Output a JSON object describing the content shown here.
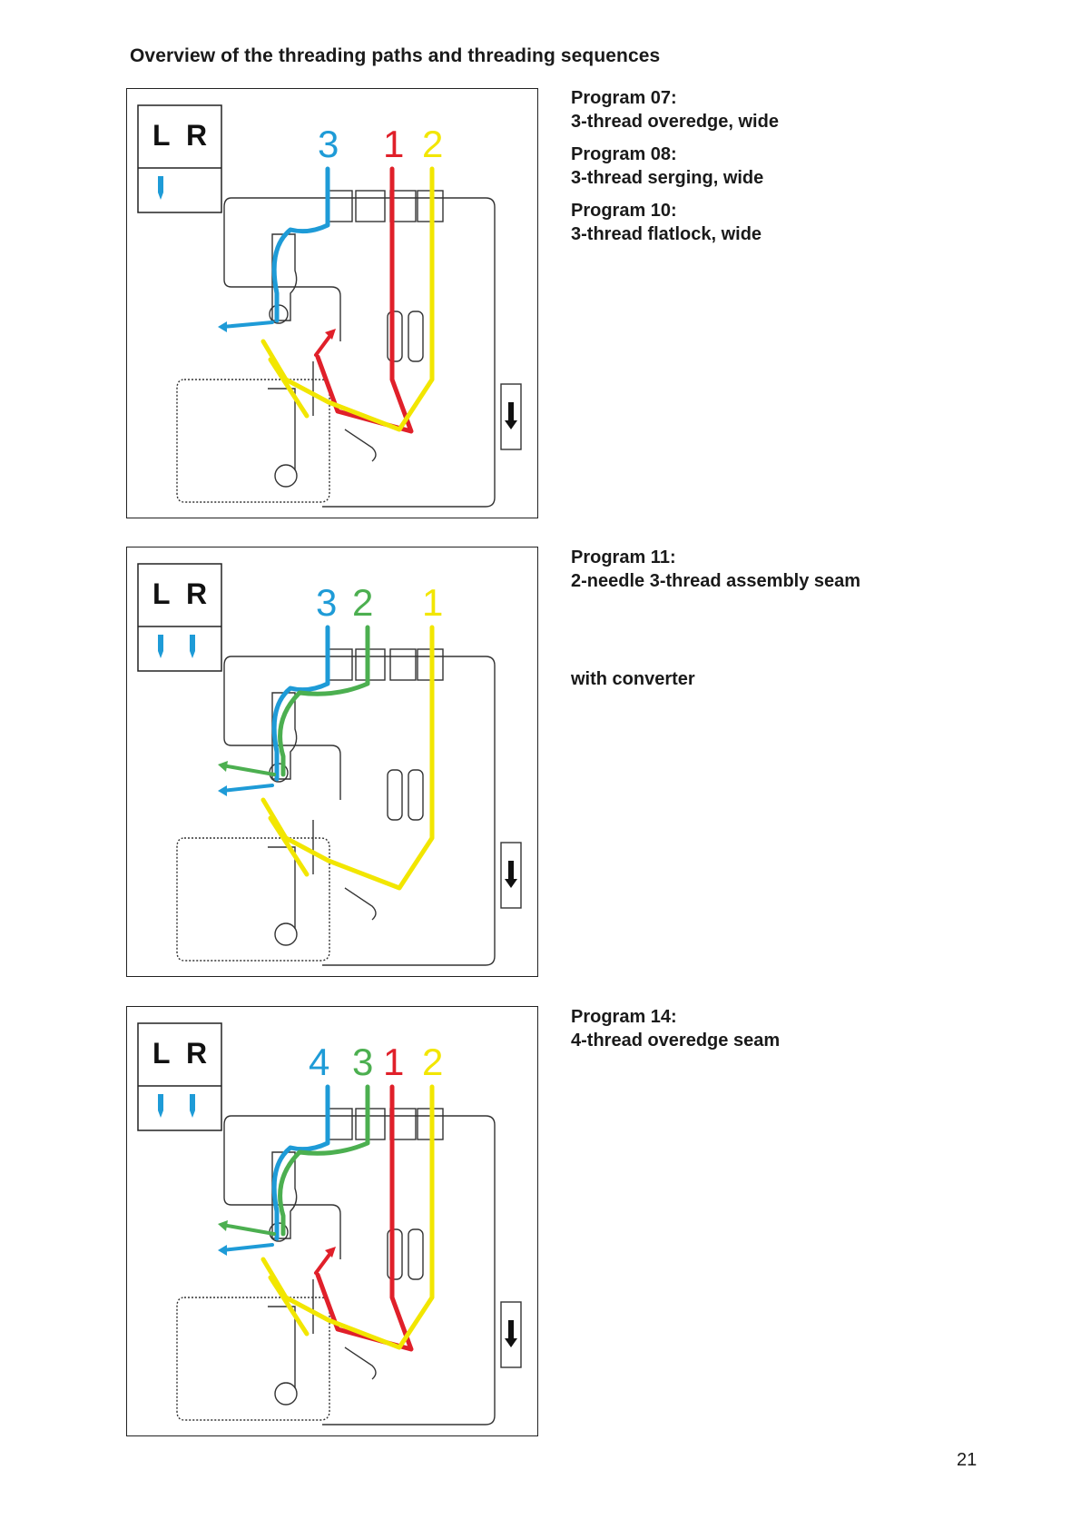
{
  "page": {
    "heading": "Overview of the threading paths and threading sequences",
    "page_number": "21"
  },
  "colors": {
    "blue": "#1e9bd7",
    "red": "#e0202a",
    "yellow": "#f2e600",
    "green": "#4caf50",
    "outline": "#222222"
  },
  "legend": {
    "left": "L",
    "right": "R"
  },
  "panels": [
    {
      "needles": 1,
      "thread_numbers": [
        {
          "label": "3",
          "color": "blue"
        },
        {
          "label": "1",
          "color": "red"
        },
        {
          "label": "2",
          "color": "yellow"
        }
      ],
      "programs": [
        {
          "title": "Program 07:",
          "desc": "3-thread overedge, wide"
        },
        {
          "title": "Program 08:",
          "desc": "3-thread serging, wide"
        },
        {
          "title": "Program 10:",
          "desc": "3-thread flatlock, wide"
        }
      ]
    },
    {
      "needles": 2,
      "thread_numbers": [
        {
          "label": "3",
          "color": "blue"
        },
        {
          "label": "2",
          "color": "green"
        },
        {
          "label": "1",
          "color": "yellow"
        }
      ],
      "programs": [
        {
          "title": "Program 11:",
          "desc": "2-needle 3-thread assembly seam"
        }
      ],
      "note": "with converter"
    },
    {
      "needles": 2,
      "thread_numbers": [
        {
          "label": "4",
          "color": "blue"
        },
        {
          "label": "3",
          "color": "green"
        },
        {
          "label": "1",
          "color": "red"
        },
        {
          "label": "2",
          "color": "yellow"
        }
      ],
      "programs": [
        {
          "title": "Program 14:",
          "desc": "4-thread overedge seam"
        }
      ]
    }
  ]
}
